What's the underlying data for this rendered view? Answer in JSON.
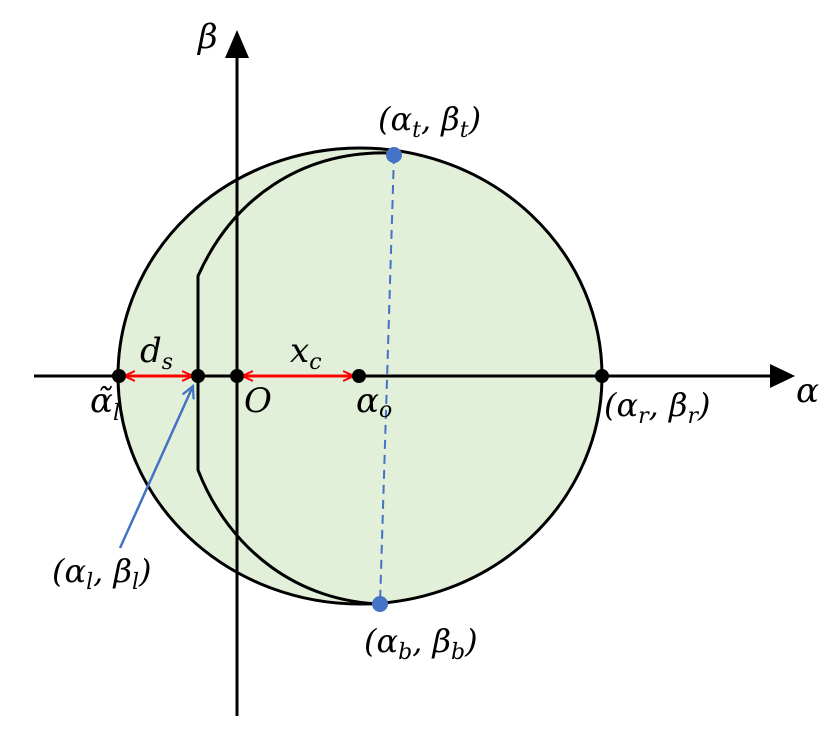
{
  "diagram": {
    "colors": {
      "circle_fill": "#e2efd9",
      "outline": "#000000",
      "distance_arrow": "#ff0000",
      "pointer_arrow": "#4472c4",
      "dashed_line": "#4472c4",
      "marker_dark": "#000000",
      "marker_blue": "#4472c4"
    },
    "axes": {
      "vertical": {
        "base": "β",
        "sub": ""
      },
      "horizontal": {
        "base": "α",
        "sub": ""
      }
    },
    "labels": {
      "origin": {
        "base": "O",
        "sub": ""
      },
      "center": {
        "base": "α",
        "sub": "o"
      },
      "top": {
        "open": "(",
        "a": "α",
        "a_sub": "t",
        "sep": ", ",
        "b": "β",
        "b_sub": "t",
        "close": ")"
      },
      "bottom": {
        "open": "(",
        "a": "α",
        "a_sub": "b",
        "sep": ", ",
        "b": "β",
        "b_sub": "b",
        "close": ")"
      },
      "right": {
        "open": "(",
        "a": "α",
        "a_sub": "r",
        "sep": ", ",
        "b": "β",
        "b_sub": "r",
        "close": ")"
      },
      "left": {
        "open": "(",
        "a": "α",
        "a_sub": "l",
        "sep": ", ",
        "b": "β",
        "b_sub": "l",
        "close": ")"
      },
      "left_tilde": {
        "base": "α̃",
        "sub": "l"
      },
      "d_s": {
        "base": "d",
        "sub": "s"
      },
      "x_c": {
        "base": "x",
        "sub": "c"
      }
    }
  }
}
